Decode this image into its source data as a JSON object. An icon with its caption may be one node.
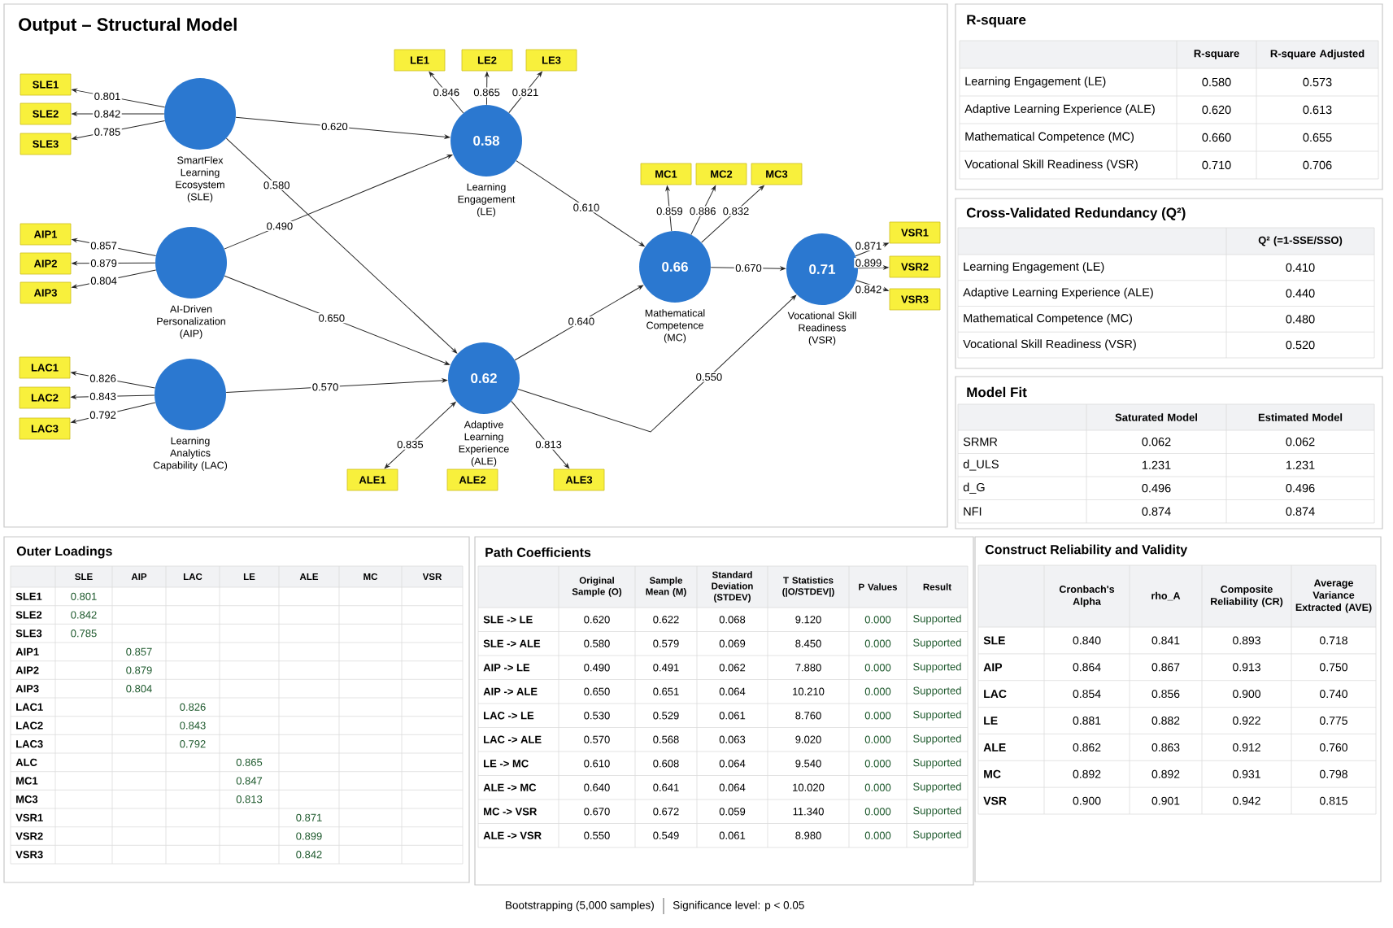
{
  "diagram": {
    "title": "Output – Structural Model",
    "nodes": [
      {
        "text": [],
        "shape": "circle",
        "beside": [
          "SmartFlex Learning Ecosystem (SLE)"
        ]
      },
      {
        "text": [],
        "shape": "circle",
        "beside": [
          "AI-Driven Personalization (AIP)"
        ]
      },
      {
        "text": [],
        "shape": "circle",
        "beside": [
          "Learning Analytics Capability (LAC)"
        ]
      },
      {
        "text": [
          "0.58"
        ],
        "beside": [
          "Learning Engagement (LE)"
        ]
      },
      {
        "text": [
          "0.62"
        ],
        "beside": [
          "Adaptive Learning Experience (ALE)"
        ]
      },
      {
        "text": [
          "0.66"
        ],
        "beside": [
          "Mathematical Competence (MC)"
        ]
      },
      {
        "text": [
          "0.71"
        ],
        "beside": [
          "Vocational Skill Readiness (VSR)"
        ]
      },
      {
        "text": [
          "SLE1"
        ]
      },
      {
        "text": [
          "SLE2"
        ]
      },
      {
        "text": [
          "SLE3"
        ]
      },
      {
        "text": [
          "AIP1"
        ]
      },
      {
        "text": [
          "AIP2"
        ]
      },
      {
        "text": [
          "AIP3"
        ]
      },
      {
        "text": [
          "LAC1"
        ]
      },
      {
        "text": [
          "LAC2"
        ]
      },
      {
        "text": [
          "LAC3"
        ]
      },
      {
        "text": [
          "LE1"
        ]
      },
      {
        "text": [
          "LE2"
        ]
      },
      {
        "text": [
          "LE3"
        ]
      },
      {
        "text": [
          "ALE1"
        ]
      },
      {
        "text": [
          "ALE2"
        ]
      },
      {
        "text": [
          "ALE3"
        ]
      },
      {
        "text": [
          "MC1"
        ]
      },
      {
        "text": [
          "MC2"
        ]
      },
      {
        "text": [
          "MC3"
        ]
      },
      {
        "text": [
          "VSR1"
        ]
      },
      {
        "text": [
          "VSR2"
        ]
      },
      {
        "text": [
          "VSR3"
        ]
      }
    ],
    "edges": [
      {
        "from": 0,
        "to": 3,
        "arrow": "to",
        "label": "0.620"
      },
      {
        "from": 0,
        "to": 4,
        "arrow": "to",
        "label": "0.580"
      },
      {
        "from": 1,
        "to": 3,
        "arrow": "to",
        "label": "0.490"
      },
      {
        "from": 1,
        "to": 4,
        "arrow": "to",
        "label": "0.650"
      },
      {
        "from": 2,
        "to": 4,
        "arrow": "to",
        "label": "0.570"
      },
      {
        "from": 3,
        "to": 5,
        "arrow": "to",
        "label": "0.610"
      },
      {
        "from": 4,
        "to": 5,
        "arrow": "to",
        "label": "0.640"
      },
      {
        "from": 5,
        "to": 6,
        "arrow": "to",
        "label": "0.670"
      },
      {
        "from": 4,
        "to": 6,
        "arrow": "to",
        "label": "0.550"
      },
      {
        "from": 0,
        "to": 7,
        "arrow": "to",
        "label": "0.801"
      },
      {
        "from": 0,
        "to": 8,
        "arrow": "to",
        "label": "0.842"
      },
      {
        "from": 0,
        "to": 9,
        "arrow": "to",
        "label": "0.785"
      },
      {
        "from": 1,
        "to": 10,
        "arrow": "to",
        "label": "0.857"
      },
      {
        "from": 1,
        "to": 11,
        "arrow": "to",
        "label": "0.879"
      },
      {
        "from": 1,
        "to": 12,
        "arrow": "to",
        "label": "0.804"
      },
      {
        "from": 2,
        "to": 13,
        "arrow": "to",
        "label": "0.826"
      },
      {
        "from": 2,
        "to": 14,
        "arrow": "to",
        "label": "0.843"
      },
      {
        "from": 2,
        "to": 15,
        "arrow": "to",
        "label": "0.792"
      },
      {
        "from": 3,
        "to": 16,
        "arrow": "to",
        "label": "0.846"
      },
      {
        "from": 3,
        "to": 17,
        "arrow": "to",
        "label": "0.865"
      },
      {
        "from": 3,
        "to": 18,
        "arrow": "to",
        "label": "0.821"
      },
      {
        "from": 4,
        "to": 19,
        "arrow": "both",
        "label": "0.835"
      },
      {
        "from": 4,
        "to": 21,
        "arrow": "to",
        "label": "0.813"
      },
      {
        "from": 5,
        "to": 22,
        "arrow": "to",
        "label": "0.859"
      },
      {
        "from": 5,
        "to": 23,
        "arrow": "to",
        "label": "0.886"
      },
      {
        "from": 5,
        "to": 24,
        "arrow": "to",
        "label": "0.832"
      },
      {
        "from": 6,
        "to": 25,
        "arrow": "to",
        "label": "0.871"
      },
      {
        "from": 6,
        "to": 26,
        "arrow": "to",
        "label": "0.899"
      },
      {
        "from": 6,
        "to": 27,
        "arrow": "to",
        "label": "0.842"
      }
    ],
    "labels": [
      "R-square",
      "R-square",
      "R-square Adjusted",
      "Learning Engagement (LE)",
      "0.580",
      "0.573",
      "Adaptive Learning Experience (ALE)",
      "0.620",
      "0.613",
      "Mathematical Competence (MC)",
      "0.660",
      "0.655",
      "Vocational Skill Readiness (VSR)",
      "0.710",
      "0.706",
      "Cross-Validated Redundancy (Q²)",
      "Q² (=1-SSE/SSO)",
      "Learning Engagement (LE)",
      "0.410",
      "Adaptive Learning Experience (ALE)",
      "0.440",
      "Mathematical Competence (MC)",
      "0.480",
      "Vocational Skill Readiness (VSR)",
      "0.520",
      "Model Fit",
      "Saturated Model",
      "Estimated Model",
      "SRMR",
      "0.062",
      "0.062",
      "d_ULS",
      "1.231",
      "1.231",
      "d_G",
      "0.496",
      "0.496",
      "NFI",
      "0.874",
      "0.874",
      "Outer Loadings",
      "SLE",
      "AIP",
      "LAC",
      "LE",
      "ALE",
      "MC",
      "VSR",
      "SLE1",
      "0.801",
      "SLE2",
      "0.842",
      "SLE3",
      "0.785",
      "AIP1",
      "0.857",
      "AIP2",
      "0.879",
      "AIP3",
      "0.804",
      "LAC1",
      "0.826",
      "LAC2",
      "0.843",
      "LAC3",
      "0.792",
      "ALC",
      "0.865",
      "MC1",
      "0.847",
      "MC3",
      "0.813",
      "VSR1",
      "0.871",
      "VSR2",
      "0.899",
      "VSR3",
      "0.842",
      "Path Coefficients",
      "Original Sample (O)",
      "Sample Mean (M)",
      "Standard Deviation (STDEV)",
      "T Statistics (|O/STDEV|)",
      "P Values",
      "Result",
      "SLE -> LE",
      "0.620",
      "0.622",
      "0.068",
      "9.120",
      "0.000",
      "Supported",
      "SLE -> ALE",
      "0.580",
      "0.579",
      "0.069",
      "8.450",
      "0.000",
      "Supported",
      "AIP -> LE",
      "0.490",
      "0.491",
      "0.062",
      "7.880",
      "0.000",
      "Supported",
      "AIP -> ALE",
      "0.650",
      "0.651",
      "0.064",
      "10.210",
      "0.000",
      "Supported",
      "LAC -> LE",
      "0.530",
      "0.529",
      "0.061",
      "8.760",
      "0.000",
      "Supported",
      "LAC -> ALE",
      "0.570",
      "0.568",
      "0.063",
      "9.020",
      "0.000",
      "Supported",
      "LE -> MC",
      "0.610",
      "0.608",
      "0.064",
      "9.540",
      "0.000",
      "Supported",
      "ALE -> MC",
      "0.640",
      "0.641",
      "0.064",
      "10.020",
      "0.000",
      "Supported",
      "MC -> VSR",
      "0.670",
      "0.672",
      "0.059",
      "11.340",
      "0.000",
      "Supported",
      "ALE -> VSR",
      "0.550",
      "0.549",
      "0.061",
      "8.980",
      "0.000",
      "Supported",
      "Construct Reliability and Validity",
      "Cronbach's Alpha",
      "rho_A",
      "Composite Reliability (CR)",
      "Average Variance Extracted (AVE)",
      "SLE",
      "0.840",
      "0.841",
      "0.893",
      "0.718",
      "AIP",
      "0.864",
      "0.867",
      "0.913",
      "0.750",
      "LAC",
      "0.854",
      "0.856",
      "0.900",
      "0.740",
      "LE",
      "0.881",
      "0.882",
      "0.922",
      "0.775",
      "ALE",
      "0.862",
      "0.863",
      "0.912",
      "0.760",
      "MC",
      "0.892",
      "0.892",
      "0.931",
      "0.798",
      "VSR",
      "0.900",
      "0.901",
      "0.942",
      "0.815",
      "Bootstrapping (5,000 samples)",
      "Significance level: p < 0.05"
    ]
  }
}
